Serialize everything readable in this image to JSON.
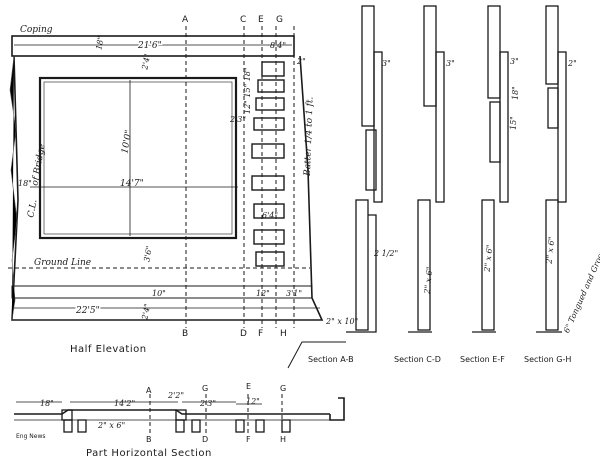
{
  "half_elevation": {
    "title": "Half Elevation",
    "coping": "Coping",
    "coping_length": "21'6\"",
    "offset_18_top": "18\"",
    "coping_right": "8'4\"",
    "dim_2": "2\"",
    "dim_2_4_top": "2'4\"",
    "height_10": "10'0\"",
    "bridge_label": "of Bridge",
    "cl_label": "C.L.",
    "width_14_7": "14'7\"",
    "offset_18_left": "18\"",
    "ground_line": "Ground Line",
    "dim_3_6": "3'6\"",
    "dim_2_4_bottom": "2'4\"",
    "dim_10": "10\"",
    "bottom_length": "22'5\"",
    "step_12": "12\"",
    "step_3_1": "3'1\"",
    "dim_2_3": "2'3\"",
    "dim_6_4": "6'4\"",
    "batter": "Batter 1/4 to 1 ft.",
    "steps_vertical": "12\" 15\" 18\"",
    "section_letters_top": [
      "A",
      "C",
      "E",
      "G"
    ],
    "section_letters_bottom": [
      "B",
      "D",
      "F",
      "H"
    ]
  },
  "sections": {
    "ab": "Section A-B",
    "cd": "Section C-D",
    "ef": "Section E-F",
    "gh": "Section G-H",
    "dim_3_a": "3\"",
    "dim_3_b": "3\"",
    "dim_3_c": "3\"",
    "dim_2_d": "2\"",
    "dim_18": "18\"",
    "dim_15": "15\"",
    "plank_2x6_a": "2\" x 6\"",
    "plank_2x6_b": "2\" x 6\"",
    "plank_2x6_c": "2\" x 6\"",
    "plank_2x10": "2\" x 10\"",
    "dim_2_half": "2 1/2\"",
    "tongued": "6\" Tongued and Grooved"
  },
  "plan": {
    "title": "Part Horizontal Section",
    "eng_news": "Eng News",
    "dim_18": "18\"",
    "dim_14_2": "14'2\"",
    "dim_2_2": "2'2\"",
    "dim_2_3": "2'3\"",
    "dim_12": "12\"",
    "dim_2_6": "2\" x 6\"",
    "letters_top": [
      "A",
      "G",
      "E",
      "G"
    ],
    "letters_bottom": [
      "B",
      "D",
      "F",
      "H"
    ]
  }
}
